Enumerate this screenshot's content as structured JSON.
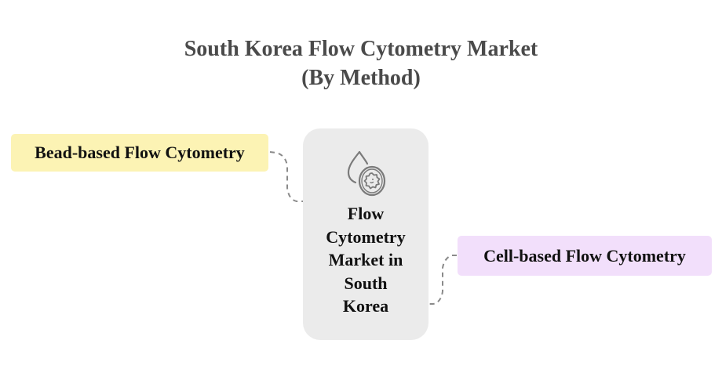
{
  "title": {
    "line1": "South Korea Flow Cytometry Market",
    "line2": "(By Method)"
  },
  "center": {
    "label_lines": [
      "Flow",
      "Cytometry",
      "Market in",
      "South",
      "Korea"
    ],
    "icon": "droplet-cell-icon"
  },
  "nodes": [
    {
      "label": "Bead-based Flow Cytometry",
      "color": "#fcf3b4",
      "side": "left"
    },
    {
      "label": "Cell-based Flow Cytometry",
      "color": "#f2dffb",
      "side": "right"
    }
  ],
  "colors": {
    "title": "#4a4a4a",
    "center_box": "#ebebeb",
    "connector": "#8a8a8a",
    "icon": "#7a7a7a"
  }
}
